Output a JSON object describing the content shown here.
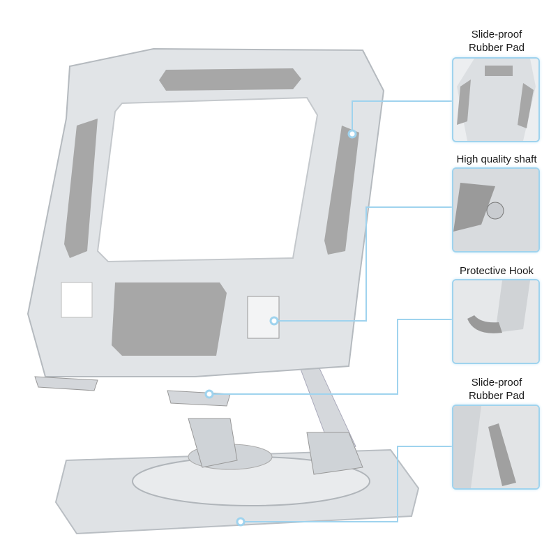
{
  "callouts": [
    {
      "label_line1": "Slide-proof",
      "label_line2": "Rubber Pad",
      "detail_icon": "rubber-pad-detail"
    },
    {
      "label_line1": "High quality shaft",
      "label_line2": "",
      "detail_icon": "shaft-detail"
    },
    {
      "label_line1": "Protective Hook",
      "label_line2": "",
      "detail_icon": "hook-detail"
    },
    {
      "label_line1": "Slide-proof",
      "label_line2": "Rubber Pad",
      "detail_icon": "base-pad-detail"
    }
  ],
  "colors": {
    "accent": "#9fd3ee",
    "metal": "#d9dcdf",
    "pad": "#a7a7a7"
  }
}
